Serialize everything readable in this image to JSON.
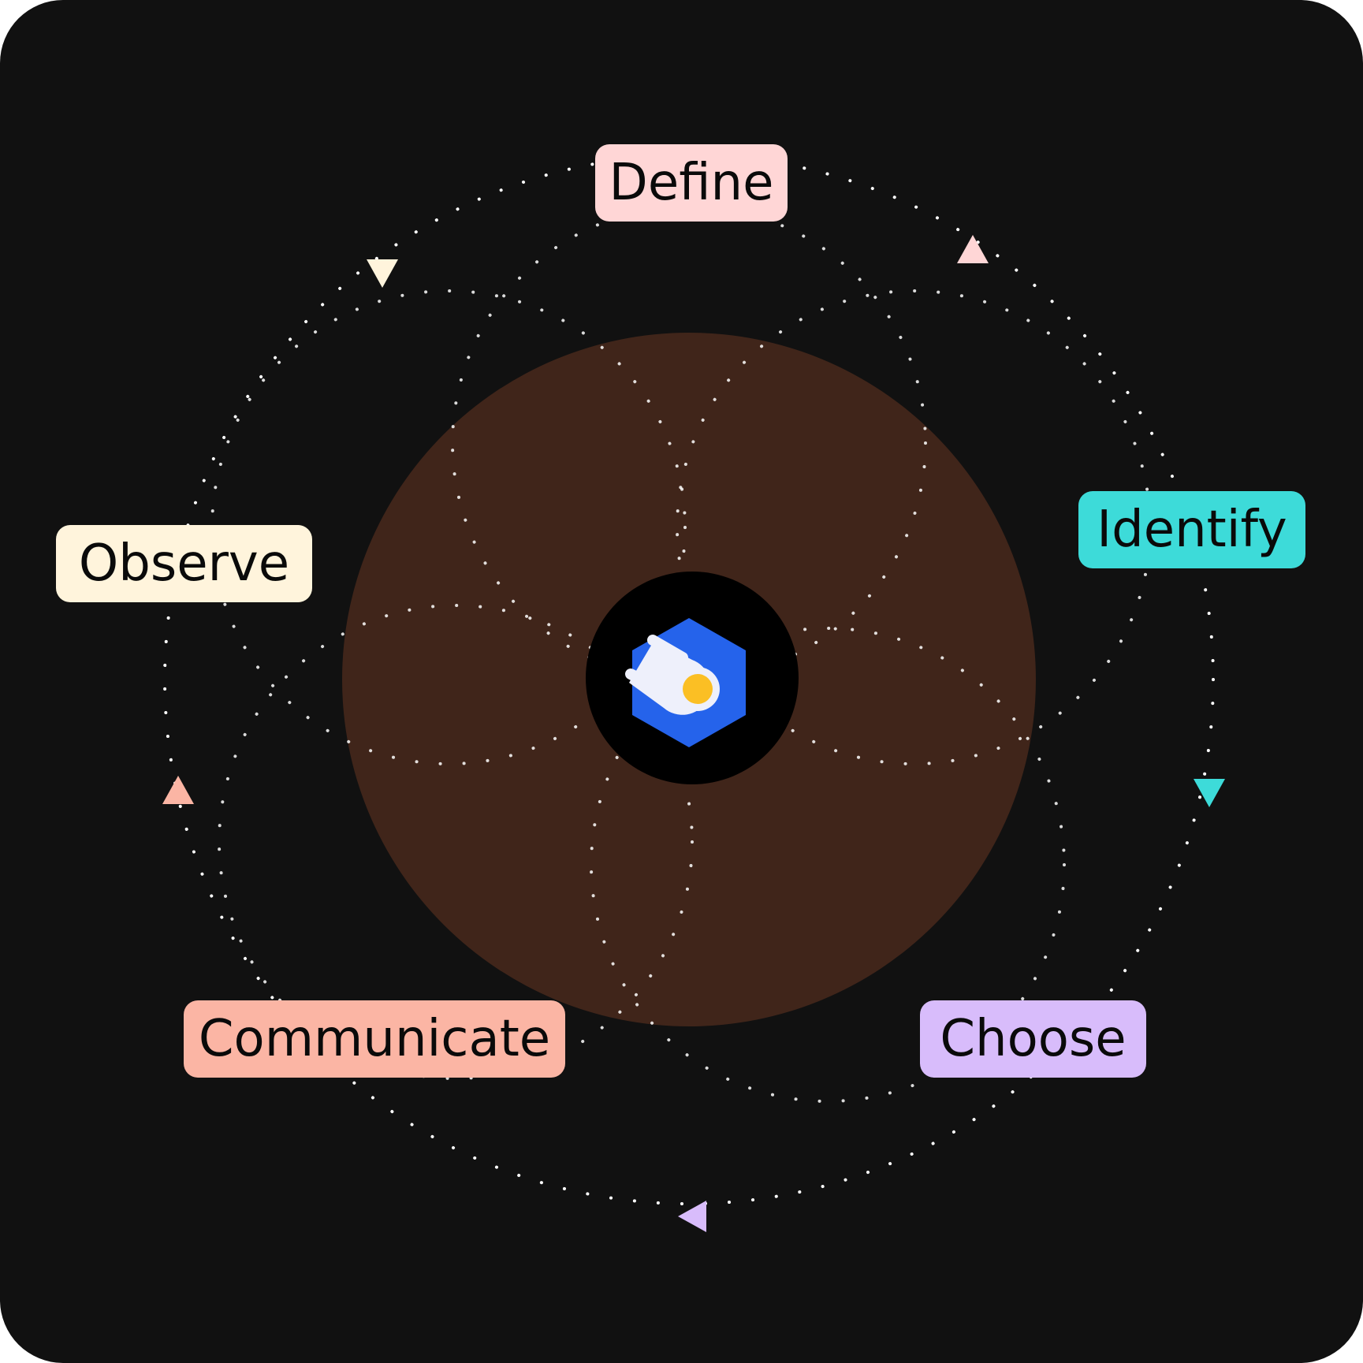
{
  "colors": {
    "background": "#111111",
    "core": "#40251a",
    "hub": "#000000",
    "dots": "#ffffff",
    "logo_hex": "#2563eb",
    "logo_dot": "#fbbf24",
    "logo_tail": "#eef0fb"
  },
  "stages": [
    {
      "id": "define",
      "label": "Define",
      "color": "#ffd6d6"
    },
    {
      "id": "identify",
      "label": "Identify",
      "color": "#3ddbd9"
    },
    {
      "id": "choose",
      "label": "Choose",
      "color": "#d8bcfb"
    },
    {
      "id": "communicate",
      "label": "Communicate",
      "color": "#fbb5a4"
    },
    {
      "id": "observe",
      "label": "Observe",
      "color": "#fff4dc"
    }
  ],
  "center_icon": "comet-hexagon-logo-icon"
}
